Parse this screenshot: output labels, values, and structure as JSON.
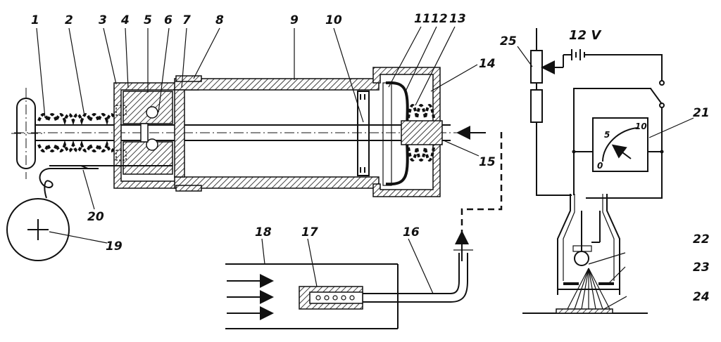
{
  "labels": [
    {
      "id": "1",
      "text": "1"
    },
    {
      "id": "2",
      "text": "2"
    },
    {
      "id": "3",
      "text": "3"
    },
    {
      "id": "4",
      "text": "4"
    },
    {
      "id": "5",
      "text": "5"
    },
    {
      "id": "6",
      "text": "6"
    },
    {
      "id": "7",
      "text": "7"
    },
    {
      "id": "8",
      "text": "8"
    },
    {
      "id": "9",
      "text": "9"
    },
    {
      "id": "10",
      "text": "10"
    },
    {
      "id": "11",
      "text": "11"
    },
    {
      "id": "12",
      "text": "12"
    },
    {
      "id": "13",
      "text": "13"
    },
    {
      "id": "14",
      "text": "14"
    },
    {
      "id": "15",
      "text": "15"
    },
    {
      "id": "16",
      "text": "16"
    },
    {
      "id": "17",
      "text": "17"
    },
    {
      "id": "18",
      "text": "18"
    },
    {
      "id": "19",
      "text": "19"
    },
    {
      "id": "20",
      "text": "20"
    },
    {
      "id": "21",
      "text": "21"
    },
    {
      "id": "22",
      "text": "22"
    },
    {
      "id": "23",
      "text": "23"
    },
    {
      "id": "24",
      "text": "24"
    },
    {
      "id": "25",
      "text": "25"
    }
  ],
  "battery_label": "12 V",
  "meter": {
    "scale_0": "0",
    "scale_5": "5",
    "scale_10": "10"
  }
}
